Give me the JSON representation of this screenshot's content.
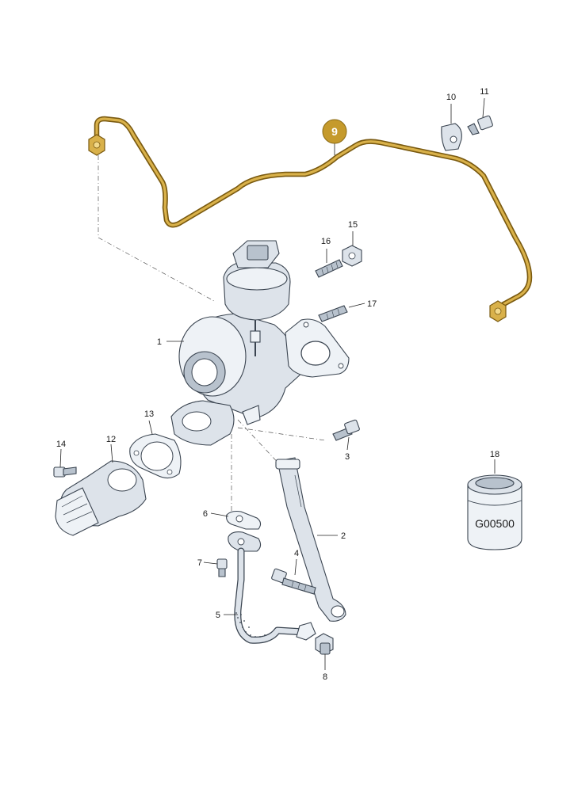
{
  "callouts": {
    "c1": "1",
    "c2": "2",
    "c3": "3",
    "c4": "4",
    "c5": "5",
    "c6": "6",
    "c7": "7",
    "c8": "8",
    "c9": "9",
    "c10": "10",
    "c11": "11",
    "c12": "12",
    "c13": "13",
    "c14": "14",
    "c15": "15",
    "c16": "16",
    "c17": "17",
    "c18": "18"
  },
  "highlight": {
    "part": "9",
    "color": "#c59a2c",
    "line_color": "#d4a93a"
  },
  "can_label": "G00500"
}
